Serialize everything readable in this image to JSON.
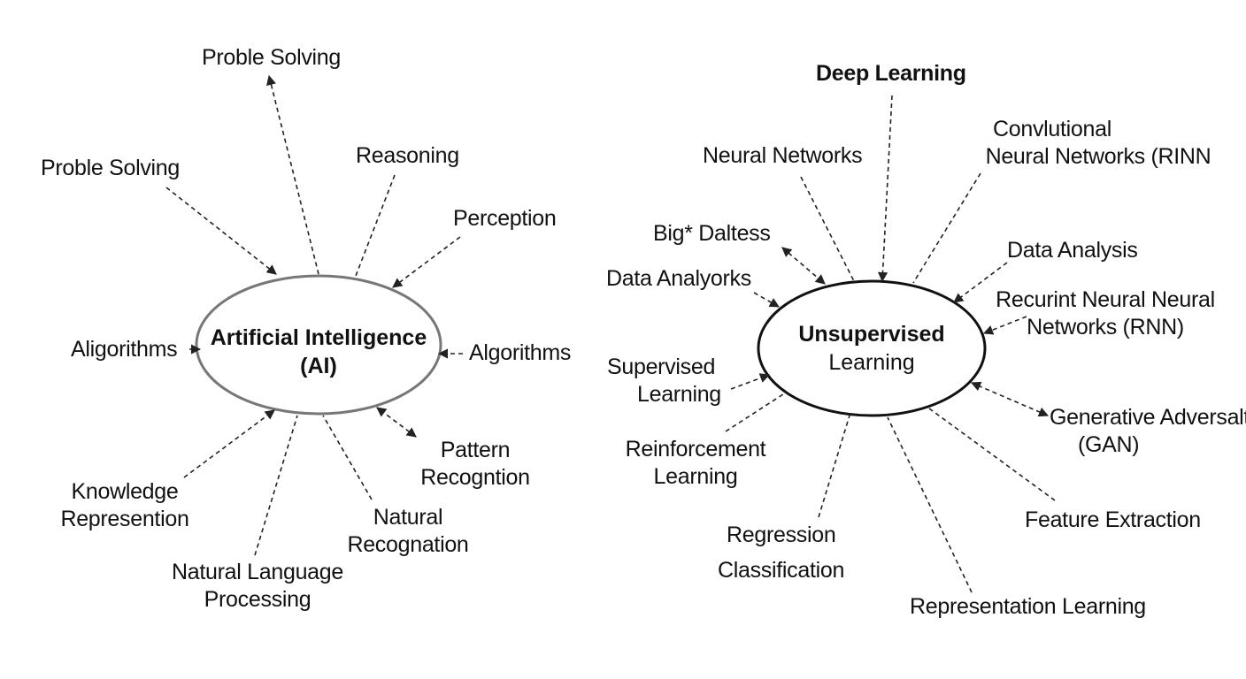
{
  "left": {
    "center": {
      "line1": "Artificial Intelligence",
      "line2": "(AI)"
    },
    "nodes": {
      "problem_top": "Proble Solving",
      "problem_left": "Proble Solving",
      "reasoning": "Reasoning",
      "perception": "Perception",
      "algorithms_left": "Aligorithms",
      "algorithms_right": "Algorithms",
      "pattern": [
        "Pattern",
        "Recogntion"
      ],
      "knowledge": [
        "Knowledge",
        "Represention"
      ],
      "natural_recog": [
        "Natural",
        "Recognation"
      ],
      "nlp": [
        "Natural Language",
        "Processing"
      ]
    }
  },
  "right": {
    "center": {
      "line1": "Unsupervised",
      "line2": "Learning"
    },
    "nodes": {
      "deep_learning": "Deep Learning",
      "neural_networks": "Neural Networks",
      "cnn": [
        "Convlutional",
        "Neural Networks (RINN"
      ],
      "big_data": "Big* Daltess",
      "data_analyorks": "Data Analyorks",
      "data_analysis": "Data Analysis",
      "rnn": [
        "Recurint Neural Neural",
        "Networks (RNN)"
      ],
      "supervised": [
        "Supervised",
        "Learning"
      ],
      "gan": [
        "Generative Adversalte",
        "(GAN)"
      ],
      "reinforcement": [
        "Reinforcement",
        "Learning"
      ],
      "feature": "Feature Extraction",
      "regression": "Regression",
      "classification": "Classification",
      "representation": "Representation Learning"
    }
  },
  "colors": {
    "line": "#222222",
    "left_ellipse": "#777777",
    "right_ellipse": "#111111",
    "text": "#111111"
  }
}
